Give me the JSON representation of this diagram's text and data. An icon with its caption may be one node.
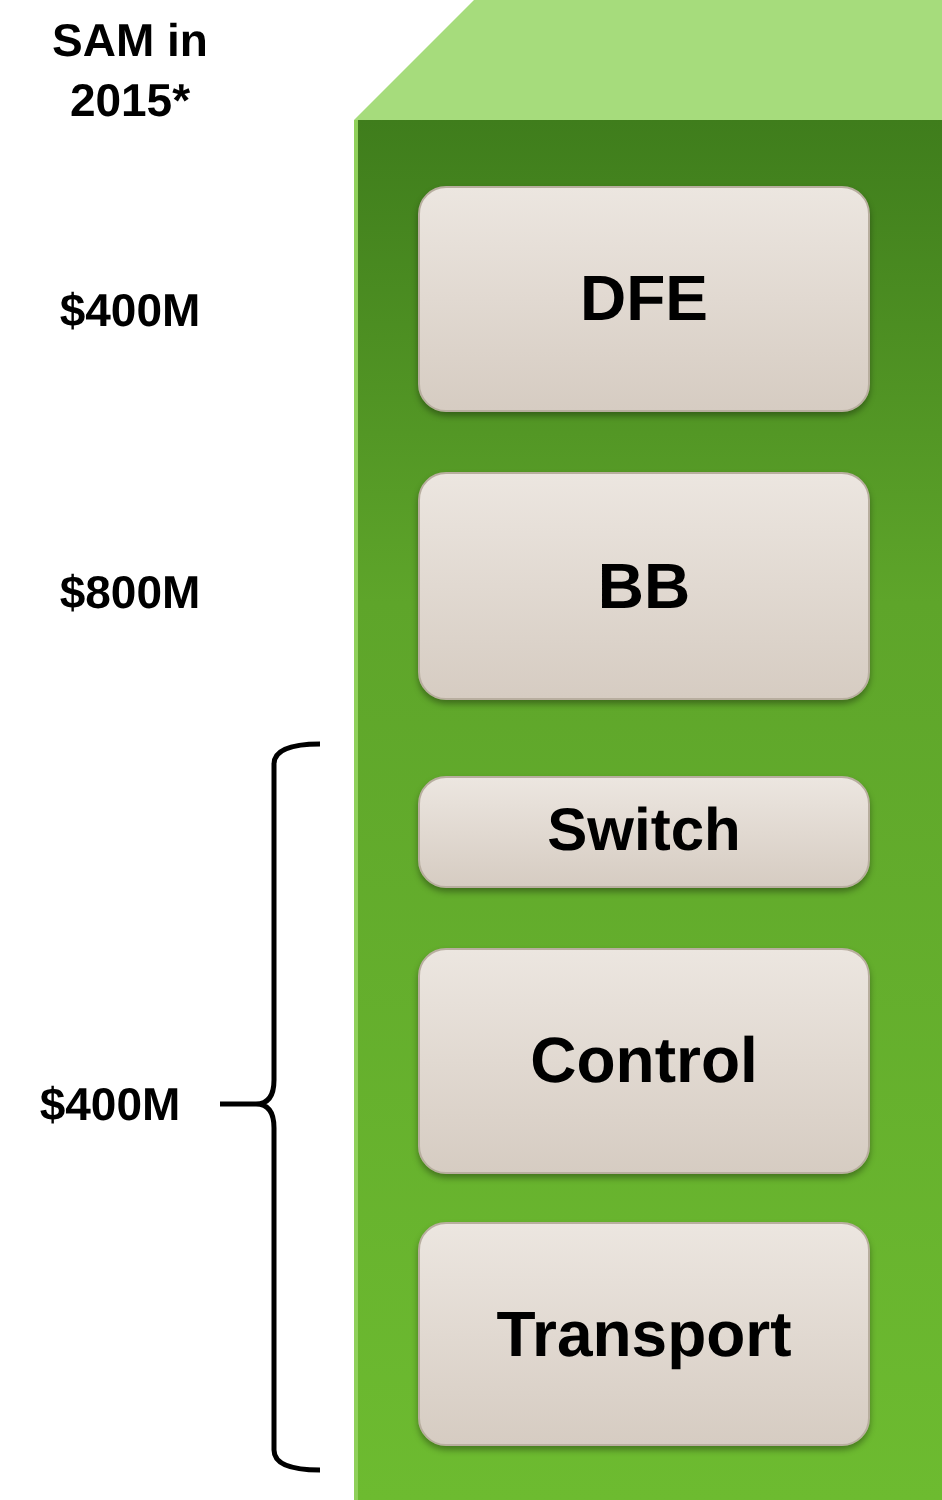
{
  "diagram": {
    "nodes": [
      {
        "text": [],
        "shape": "bar"
      },
      {
        "text": [
          "DFE"
        ],
        "in": 0
      },
      {
        "text": [
          "BB"
        ],
        "in": 0
      },
      {
        "text": [
          "Switch"
        ],
        "in": 0
      },
      {
        "text": [
          "Control"
        ],
        "in": 0
      },
      {
        "text": [
          "Transport"
        ],
        "in": 0
      }
    ],
    "edges": [],
    "labels": [
      "SAM in 2015*",
      "$400M",
      "$800M",
      "$400M"
    ]
  }
}
